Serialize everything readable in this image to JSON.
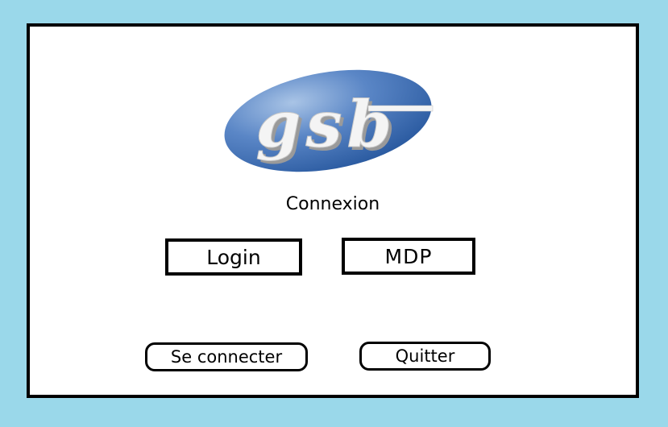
{
  "logo": {
    "text": "gsb",
    "colors": {
      "ellipse_light": "#8fb0dc",
      "ellipse_dark": "#2f62a8",
      "letters": "#f4f4f4"
    }
  },
  "window": {
    "title": "Connexion"
  },
  "fields": {
    "login_label": "Login",
    "password_label": "MDP"
  },
  "buttons": {
    "connect_label": "Se connecter",
    "quit_label": "Quitter"
  },
  "colors": {
    "background": "#9ad8ea",
    "window": "#ffffff",
    "border": "#000000"
  }
}
